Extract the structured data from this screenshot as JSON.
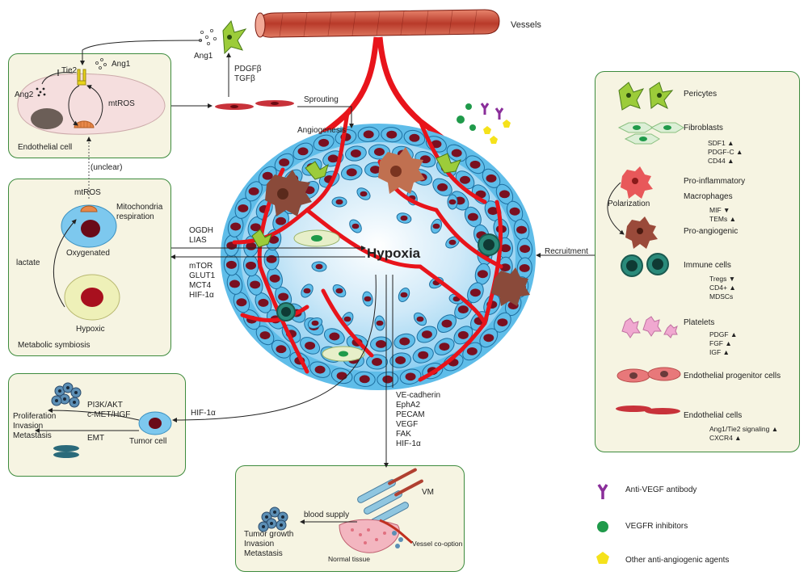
{
  "center": {
    "label": "Hypoxia"
  },
  "vessels": {
    "label": "Vessels"
  },
  "top": {
    "ang1": "Ang1",
    "pdgfb": "PDGFβ",
    "tgfb": "TGFβ",
    "sprouting": "Sprouting",
    "angiogenesis": "Angiogenesis"
  },
  "endothelial_box": {
    "tie2": "Tie2",
    "ang1": "Ang1",
    "ang2": "Ang2",
    "mtros": "mtROS",
    "caption": "Endothelial cell",
    "unclear": "(unclear)"
  },
  "metabolic_box": {
    "mtros": "mtROS",
    "mito1": "Mitochondria",
    "mito2": "respiration",
    "oxygenated": "Oxygenated",
    "lactate": "lactate",
    "hypoxic": "Hypoxic",
    "caption": "Metabolic symbiosis"
  },
  "left_arrows": {
    "upper": [
      "OGDH",
      "LIAS"
    ],
    "lower": [
      "mTOR",
      "GLUT1",
      "MCT4",
      "HIF-1α"
    ]
  },
  "tumor_box": {
    "pathways": [
      "PI3K/AKT",
      "c-MET/HGF"
    ],
    "outcomes": [
      "Proliferation",
      "Invasion",
      "Metastasis"
    ],
    "emt": "EMT",
    "tumor_cell": "Tumor cell",
    "hif": "HIF-1α"
  },
  "down_list": [
    "VE-cadherin",
    "EphA2",
    "PECAM",
    "VEGF",
    "FAK",
    "HIF-1α"
  ],
  "vm_box": {
    "vm": "VM",
    "blood_supply": "blood supply",
    "outcomes": [
      "Tumor growth",
      "Invasion",
      "Metastasis"
    ],
    "normal_tissue": "Normal tissue",
    "vessel_cooption": "Vessel co-option"
  },
  "recruitment": "Recruitment",
  "right_panel": {
    "pericytes": "Pericytes",
    "fibroblasts": "Fibroblasts",
    "fibro_markers": [
      "SDF1",
      "PDGF-C",
      "CD44"
    ],
    "pro_inflammatory": "Pro-inflammatory",
    "polarization": "Polarization",
    "macrophages": "Macrophages",
    "macro_markers": [
      "MIF",
      "TEMs"
    ],
    "pro_angiogenic": "Pro-angiogenic",
    "immune": "Immune cells",
    "immune_markers": [
      "Tregs",
      "CD4+",
      "MDSCs"
    ],
    "platelets": "Platelets",
    "platelet_markers": [
      "PDGF",
      "FGF",
      "IGF"
    ],
    "epc": "Endothelial progenitor cells",
    "ec": "Endothelial cells",
    "ec_markers": [
      "Ang1/Tie2 signaling",
      "CXCR4"
    ]
  },
  "legend": {
    "antibody": "Anti-VEGF antibody",
    "inhibitor": "VEGFR inhibitors",
    "other": "Other anti-angiogenic agents"
  },
  "colors": {
    "box_border": "#3d8b3d",
    "box_fill": "#f6f4e2",
    "vessel_red": "#e8141b",
    "cell_blue": "#55b8ea",
    "nucleus": "#7a1020",
    "panel_fill": "#f6f4e2"
  }
}
